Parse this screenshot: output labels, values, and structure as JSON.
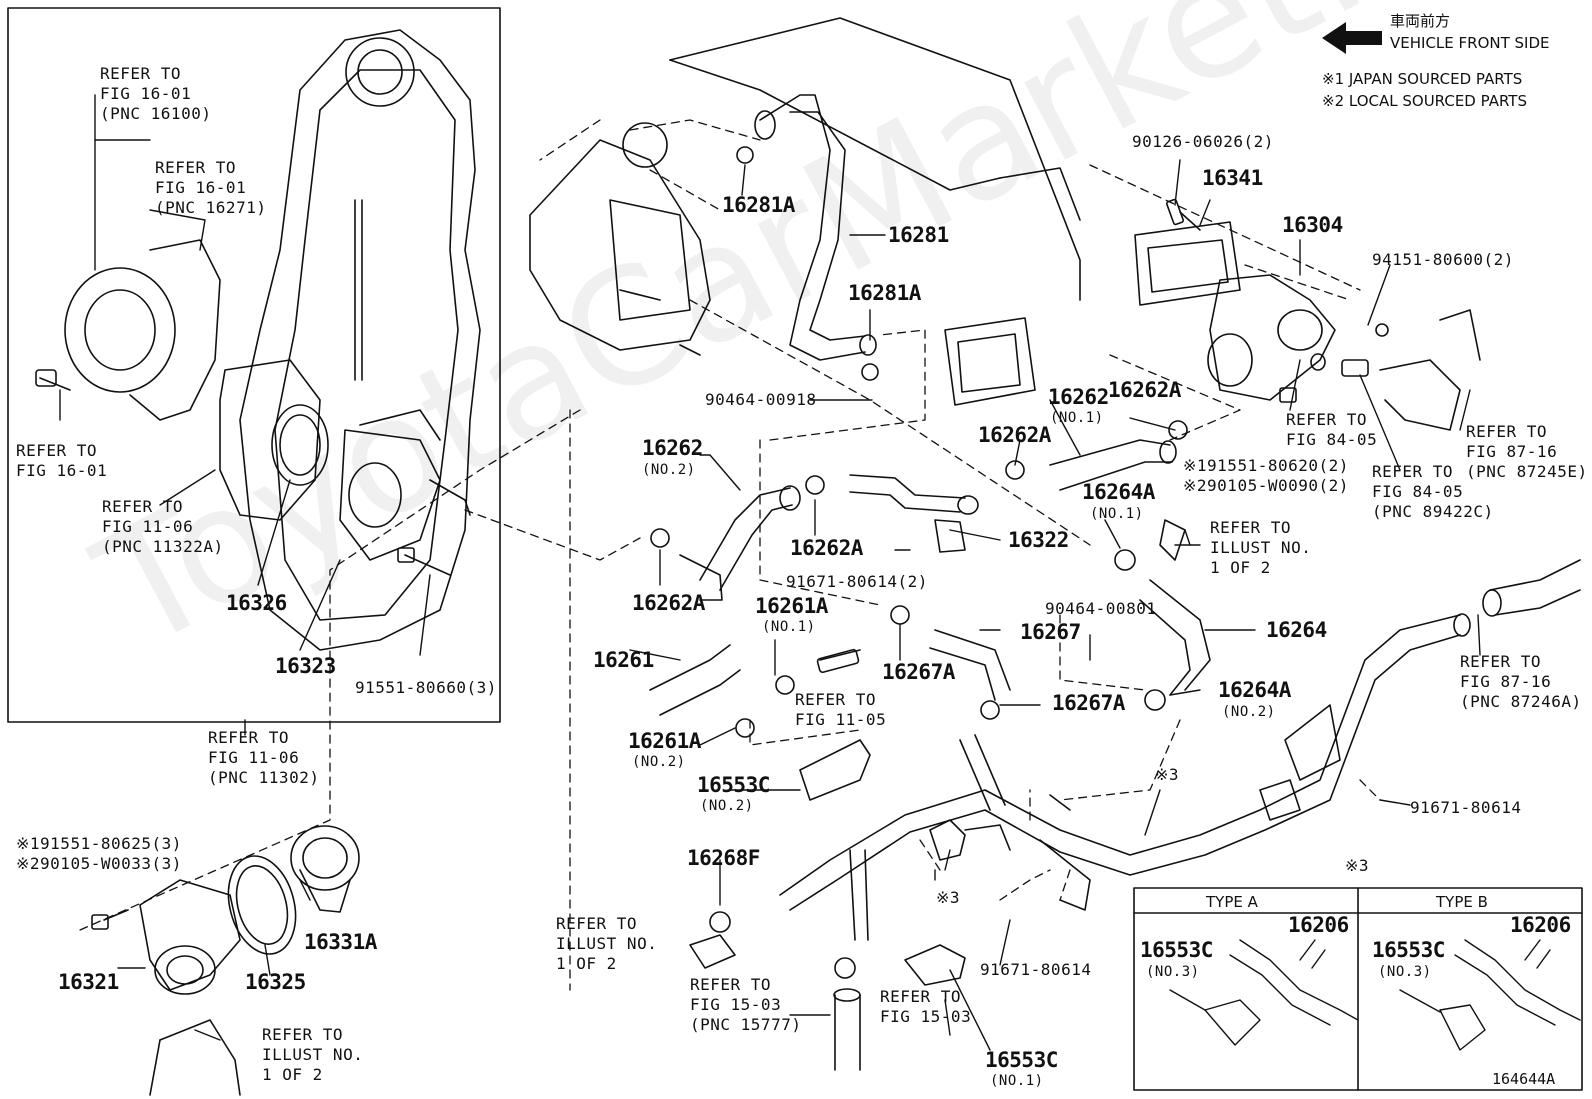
{
  "header": {
    "jp": "車両前方",
    "front_side": "VEHICLE FRONT SIDE",
    "note1": "※1 JAPAN SOURCED PARTS",
    "note2": "※2 LOCAL SOURCED PARTS"
  },
  "watermark": "ToyotaCarMarket.ru",
  "figure_id": "164644A",
  "refs": {
    "r1": "REFER TO\nFIG 16-01\n(PNC 16100)",
    "r2": "REFER TO\nFIG 16-01\n(PNC 16271)",
    "r3": "REFER TO\nFIG 16-01",
    "r4": "REFER TO\nFIG 11-06\n(PNC 11322A)",
    "r5": "REFER TO\nFIG 11-06\n(PNC 11302)",
    "r6": "REFER TO\nILLUST NO.\n1 OF 2",
    "r7": "REFER TO\nFIG 11-05",
    "r8": "REFER TO\nILLUST NO.\n1 OF 2",
    "r9": "REFER TO\nFIG 15-03\n(PNC 15777)",
    "r10": "REFER TO\nFIG 15-03",
    "r11": "REFER TO\nILLUST NO.\n1 OF 2",
    "r12": "REFER TO\nFIG 84-05",
    "r13": "REFER TO\nFIG 84-05\n(PNC 89422C)",
    "r14": "REFER TO\nFIG 87-16\n(PNC 87245E)",
    "r15": "REFER TO\nFIG 87-16\n(PNC 87246A)"
  },
  "parts": {
    "p16281A_top": "16281A",
    "p16281": "16281",
    "p16281A_mid": "16281A",
    "p90464_00918": "90464-00918",
    "p16262_no2": "16262",
    "p16262_no2_sub": "(NO.2)",
    "p16262A_a": "16262A",
    "p16262A_b": "16262A",
    "p16262A_c": "16262A",
    "p16262A_d": "16262A",
    "p16262_no1": "16262",
    "p16262_no1_sub": "(NO.1)",
    "p16322": "16322",
    "p91671_80614_2": "91671-80614(2)",
    "p16264A_no1": "16264A",
    "p16264A_no1_sub": "(NO.1)",
    "p16264": "16264",
    "p16267": "16267",
    "p90464_00801": "90464-00801",
    "p16267A_a": "16267A",
    "p16267A_b": "16267A",
    "p16264A_no2": "16264A",
    "p16264A_no2_sub": "(NO.2)",
    "p16261": "16261",
    "p16261A_no1": "16261A",
    "p16261A_no1_sub": "(NO.1)",
    "p16261A_no2": "16261A",
    "p16261A_no2_sub": "(NO.2)",
    "p16553C_no2": "16553C",
    "p16553C_no2_sub": "(NO.2)",
    "p16268F": "16268F",
    "p16553C_no1": "16553C",
    "p16553C_no1_sub": "(NO.1)",
    "p91671_80614_a": "91671-80614",
    "p91671_80614_b": "91671-80614",
    "p90126": "90126-06026(2)",
    "p16341": "16341",
    "p16304": "16304",
    "p94151": "94151-80600(2)",
    "p191551_80620": "※191551-80620(2)",
    "p290105_W0090": "※290105-W0090(2)",
    "p16326": "16326",
    "p16323": "16323",
    "p91551": "91551-80660(3)",
    "p191551_80625": "※191551-80625(3)",
    "p290105_W0033": "※290105-W0033(3)",
    "p16321": "16321",
    "p16325": "16325",
    "p16331A": "16331A",
    "mark3_a": "※3",
    "mark3_b": "※3",
    "mark3_c": "※3"
  },
  "type_box": {
    "type_a": "TYPE A",
    "type_b": "TYPE B",
    "a_part1": "16553C",
    "a_part1_sub": "(NO.3)",
    "a_part2": "16206",
    "b_part1": "16553C",
    "b_part1_sub": "(NO.3)",
    "b_part2": "16206"
  }
}
